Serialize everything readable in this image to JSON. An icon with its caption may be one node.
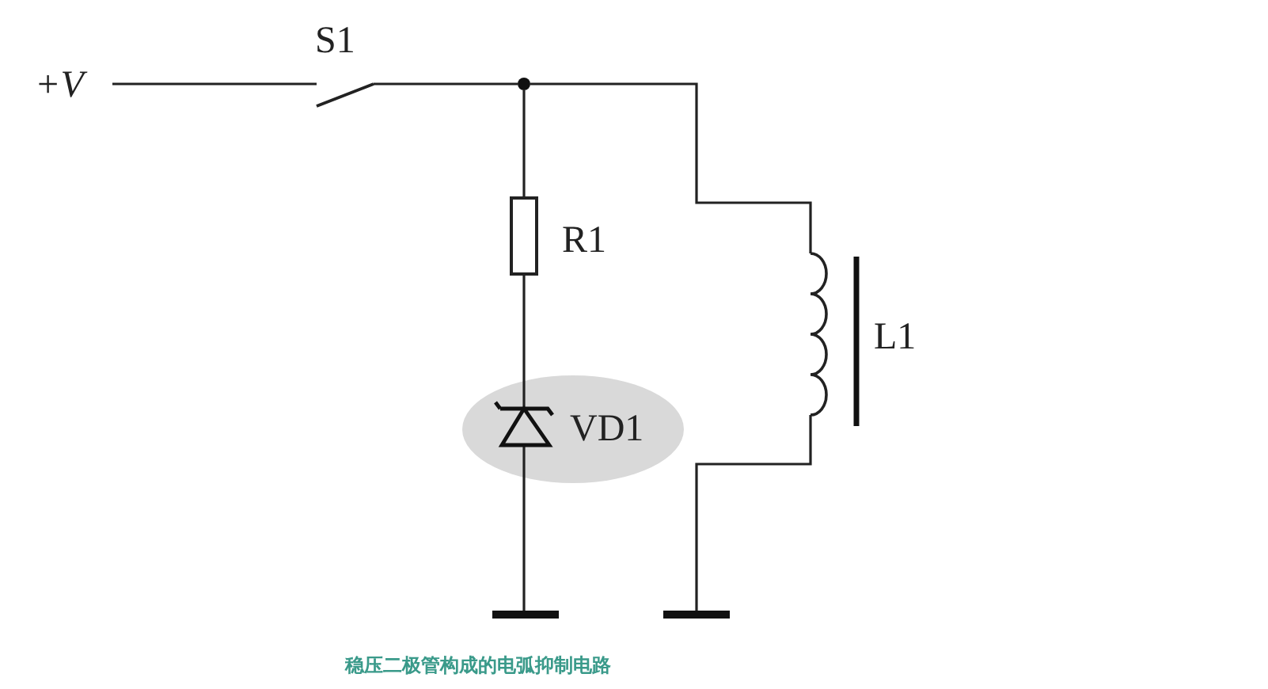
{
  "diagram": {
    "caption": "稳压二极管构成的电弧抑制电路",
    "nodes": [
      {
        "text": [
          "+V"
        ]
      },
      {
        "text": [],
        "shape": "switch",
        "beside": [
          "S1"
        ]
      },
      {
        "text": [],
        "shape": "circle"
      },
      {
        "text": [],
        "shape": "box",
        "beside": [
          "R1"
        ]
      },
      {
        "text": [],
        "shape": "diode",
        "beside": [
          "VD1"
        ]
      },
      {
        "text": [],
        "shape": "bar"
      },
      {
        "text": [],
        "shape": "coil",
        "beside": [
          "L1"
        ]
      },
      {
        "text": [],
        "shape": "bar"
      }
    ],
    "edges": [
      {
        "from": 0,
        "to": 1,
        "arrow": "none"
      },
      {
        "from": 1,
        "to": 2,
        "arrow": "none"
      },
      {
        "from": 2,
        "to": 3,
        "arrow": "none"
      },
      {
        "from": 3,
        "to": 4,
        "arrow": "none"
      },
      {
        "from": 4,
        "to": 5,
        "arrow": "none"
      },
      {
        "from": 2,
        "to": 6,
        "arrow": "none"
      },
      {
        "from": 6,
        "to": 7,
        "arrow": "none"
      }
    ]
  }
}
